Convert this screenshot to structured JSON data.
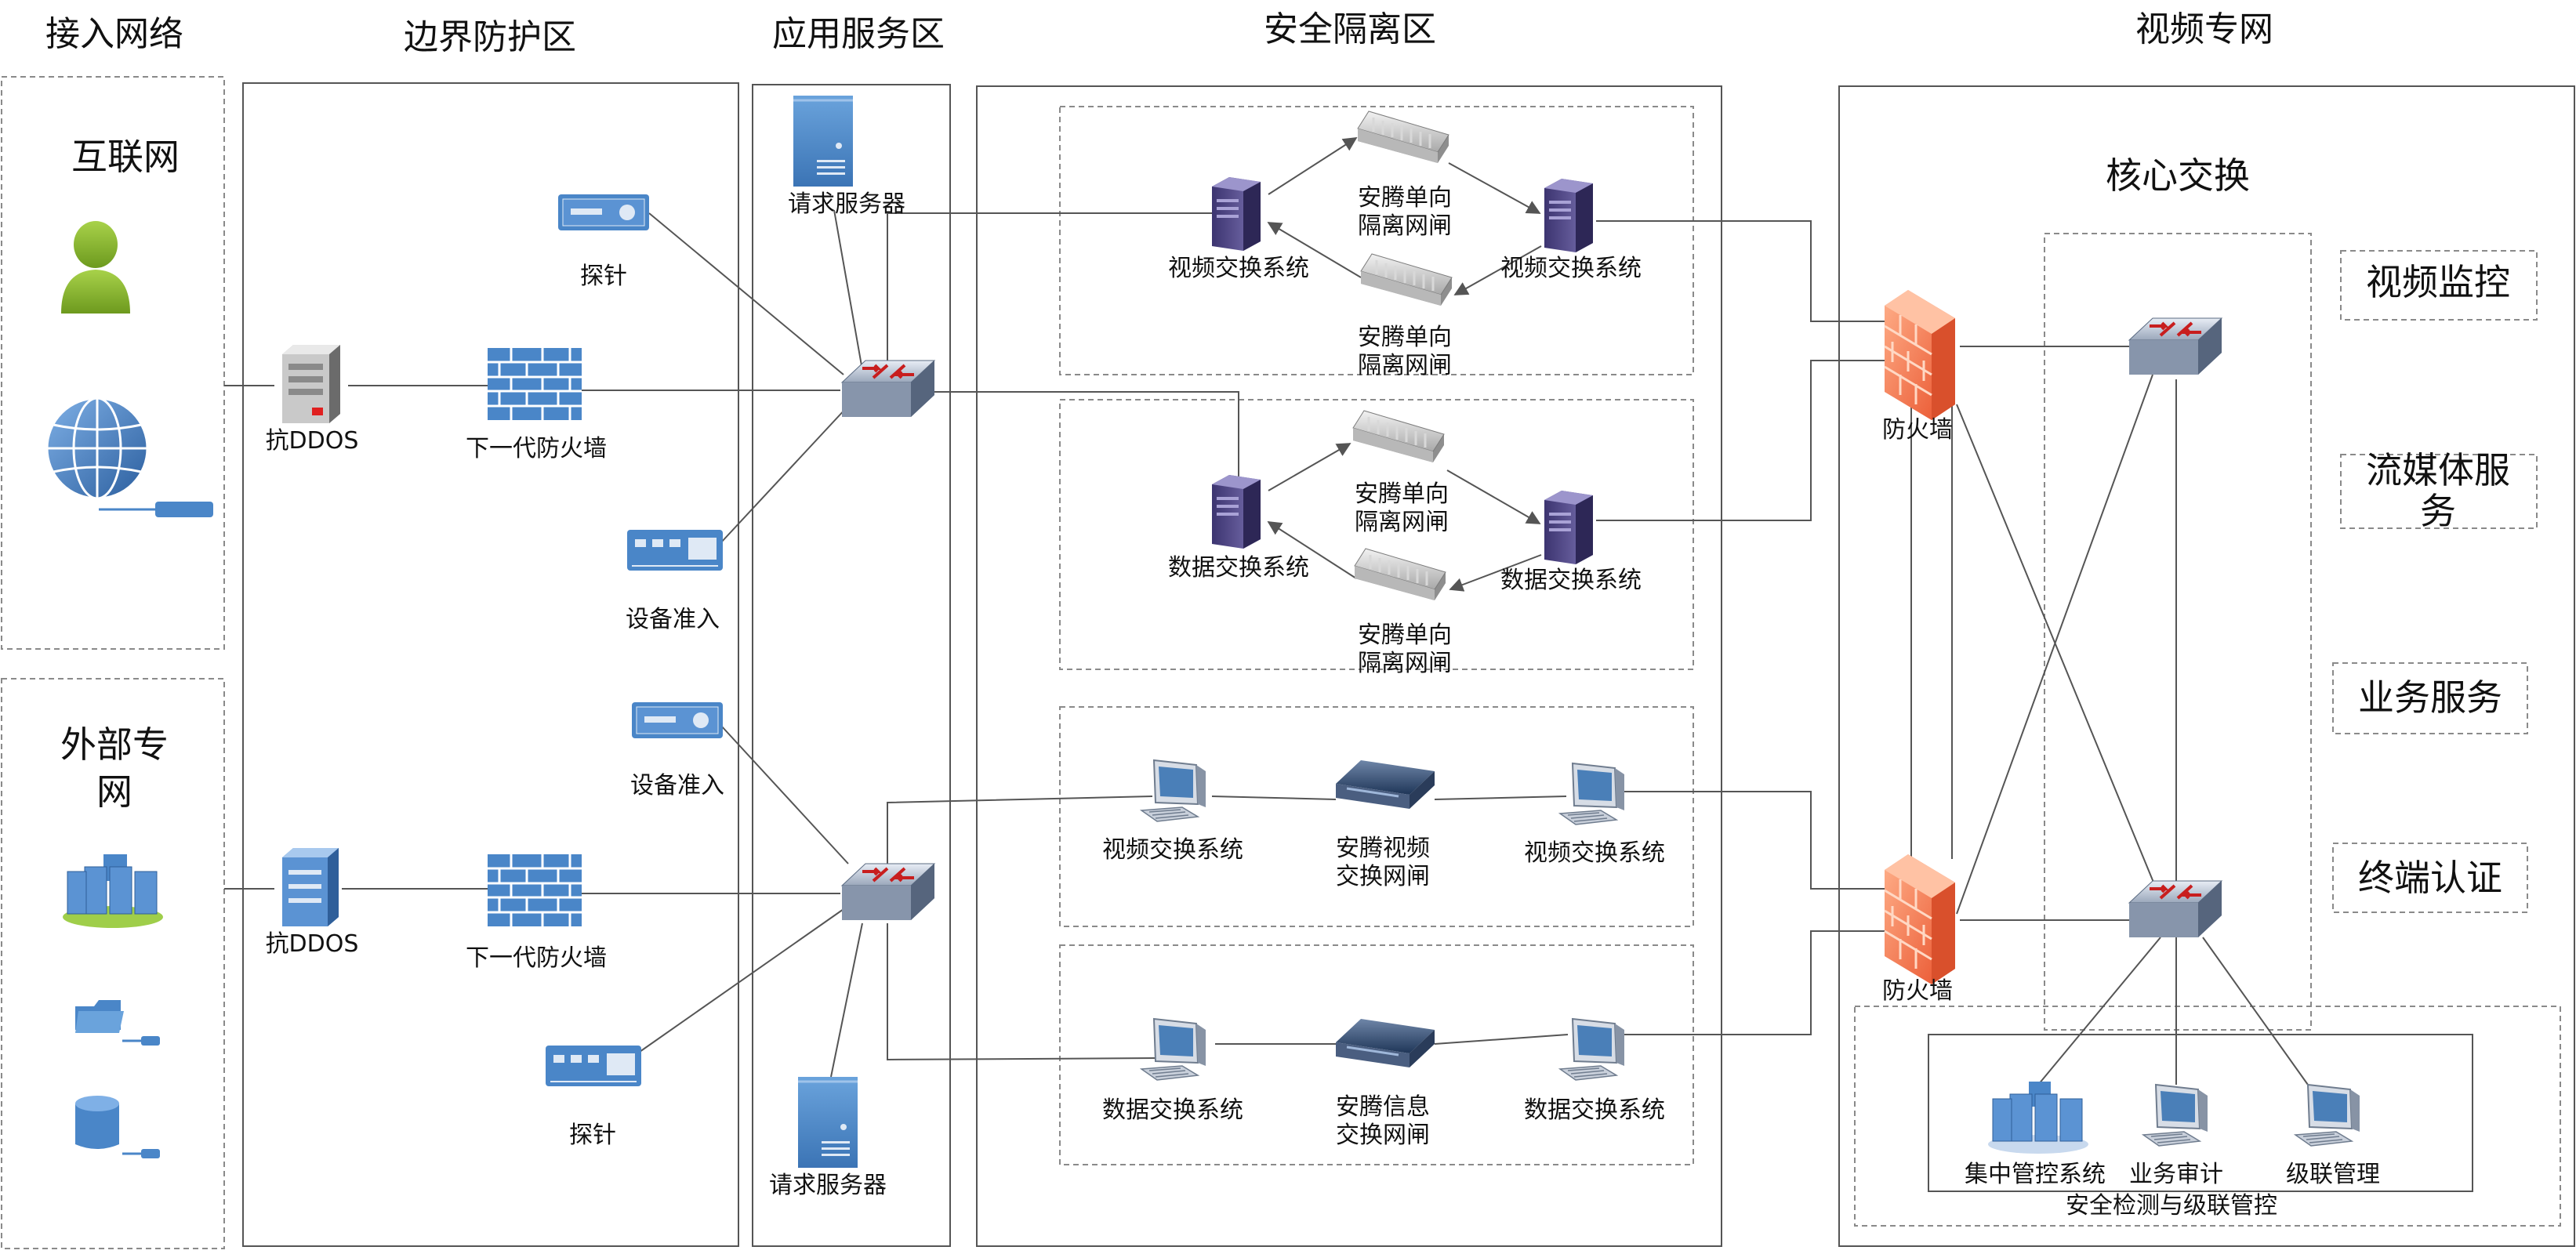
{
  "zones": {
    "access": "接入网络",
    "border": "边界防护区",
    "app": "应用服务区",
    "isolation": "安全隔离区",
    "video_net": "视频专网"
  },
  "access": {
    "internet": "互联网",
    "external_line1": "外部专",
    "external_line2": "网"
  },
  "border": {
    "probe_top": "探针",
    "antiddos_top": "抗DDOS",
    "firewall_top": "下一代防火墙",
    "access_ctrl_top": "设备准入",
    "access_ctrl_bottom": "设备准入",
    "antiddos_bottom": "抗DDOS",
    "firewall_bottom": "下一代防火墙",
    "probe_bottom": "探针"
  },
  "app": {
    "server_top": "请求服务器",
    "server_bottom": "请求服务器"
  },
  "isolation": {
    "g1_left": "视频交换系统",
    "g1_right": "视频交换系统",
    "g1_gw_top_1": "安腾单向",
    "g1_gw_top_2": "隔离网闸",
    "g1_gw_bot_1": "安腾单向",
    "g1_gw_bot_2": "隔离网闸",
    "g2_left": "数据交换系统",
    "g2_right": "数据交换系统",
    "g2_gw_top_1": "安腾单向",
    "g2_gw_top_2": "隔离网闸",
    "g2_gw_bot_1": "安腾单向",
    "g2_gw_bot_2": "隔离网闸",
    "g3_left": "视频交换系统",
    "g3_gw_1": "安腾视频",
    "g3_gw_2": "交换网闸",
    "g3_right": "视频交换系统",
    "g4_left": "数据交换系统",
    "g4_gw_1": "安腾信息",
    "g4_gw_2": "交换网闸",
    "g4_right": "数据交换系统"
  },
  "video_net": {
    "core": "核心交换",
    "firewall_top": "防火墙",
    "firewall_bottom": "防火墙",
    "svc_video": "视频监控",
    "svc_stream_1": "流媒体服",
    "svc_stream_2": "务",
    "svc_business": "业务服务",
    "svc_terminal": "终端认证",
    "central_ctrl": "集中管控系统",
    "audit": "业务审计",
    "cascade": "级联管理",
    "security_box": "安全检测与级联管控"
  },
  "colors": {
    "blue_device": "#4a86c8",
    "firewall_brick": "#4a86c8",
    "red_firewall": "#ef6a42",
    "server_purple": "#5a4f8c",
    "user_green": "#8dbb2a"
  }
}
